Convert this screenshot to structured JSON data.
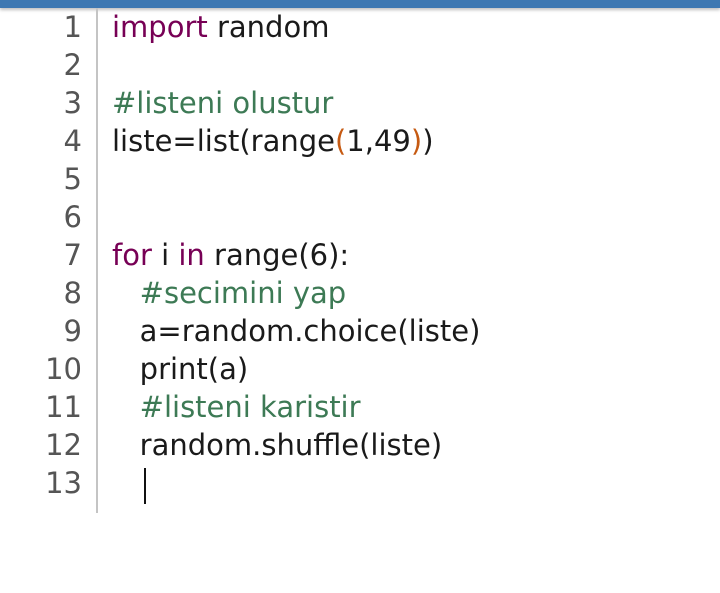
{
  "editor": {
    "line_numbers": [
      "1",
      "2",
      "3",
      "4",
      "5",
      "6",
      "7",
      "8",
      "9",
      "10",
      "11",
      "12",
      "13"
    ],
    "lines": [
      {
        "parts": [
          {
            "t": "import",
            "c": "kw"
          },
          {
            "t": " random",
            "c": "plain"
          }
        ]
      },
      {
        "parts": []
      },
      {
        "parts": [
          {
            "t": "#listeni olustur",
            "c": "cm"
          }
        ]
      },
      {
        "parts": [
          {
            "t": "liste=list(range",
            "c": "plain"
          },
          {
            "t": "(",
            "c": "paren"
          },
          {
            "t": "1,49",
            "c": "plain"
          },
          {
            "t": ")",
            "c": "paren"
          },
          {
            "t": ")",
            "c": "plain"
          }
        ]
      },
      {
        "parts": []
      },
      {
        "parts": []
      },
      {
        "parts": [
          {
            "t": "for",
            "c": "kw"
          },
          {
            "t": " i ",
            "c": "plain"
          },
          {
            "t": "in",
            "c": "kw"
          },
          {
            "t": " range(6):",
            "c": "plain"
          }
        ]
      },
      {
        "parts": [
          {
            "t": "   ",
            "c": "plain"
          },
          {
            "t": "#secimini yap",
            "c": "cm"
          }
        ]
      },
      {
        "parts": [
          {
            "t": "   a=random.choice(liste)",
            "c": "plain"
          }
        ]
      },
      {
        "parts": [
          {
            "t": "   print(a)",
            "c": "plain"
          }
        ]
      },
      {
        "parts": [
          {
            "t": "   ",
            "c": "plain"
          },
          {
            "t": "#listeni karistir",
            "c": "cm"
          }
        ]
      },
      {
        "parts": [
          {
            "t": "   random.shuffle(liste)",
            "c": "plain"
          }
        ]
      },
      {
        "parts": []
      }
    ]
  },
  "colors": {
    "keyword": "#770055",
    "comment": "#3d7a55",
    "paren_highlight": "#c65a12",
    "top_bar": "#3e78b2"
  }
}
